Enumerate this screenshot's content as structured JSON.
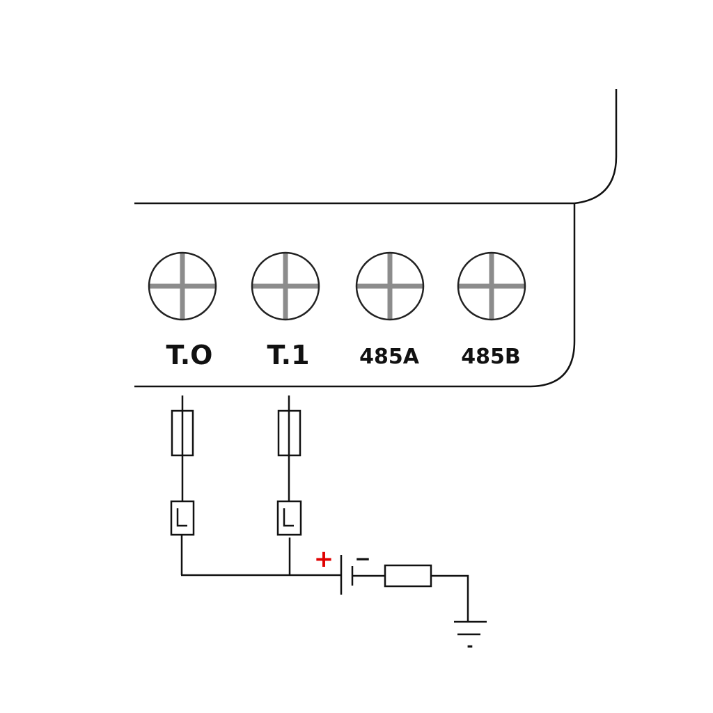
{
  "terminals": [
    {
      "label": "T.O"
    },
    {
      "label": "T.1"
    },
    {
      "label": "485A"
    },
    {
      "label": "485B"
    }
  ],
  "battery": {
    "plus_symbol": "+",
    "minus_symbol": "−"
  },
  "ground": {
    "minus_symbol": "-"
  },
  "colors": {
    "line": "#111111",
    "screw": "#8c8c8c",
    "plus": "#e00000"
  }
}
